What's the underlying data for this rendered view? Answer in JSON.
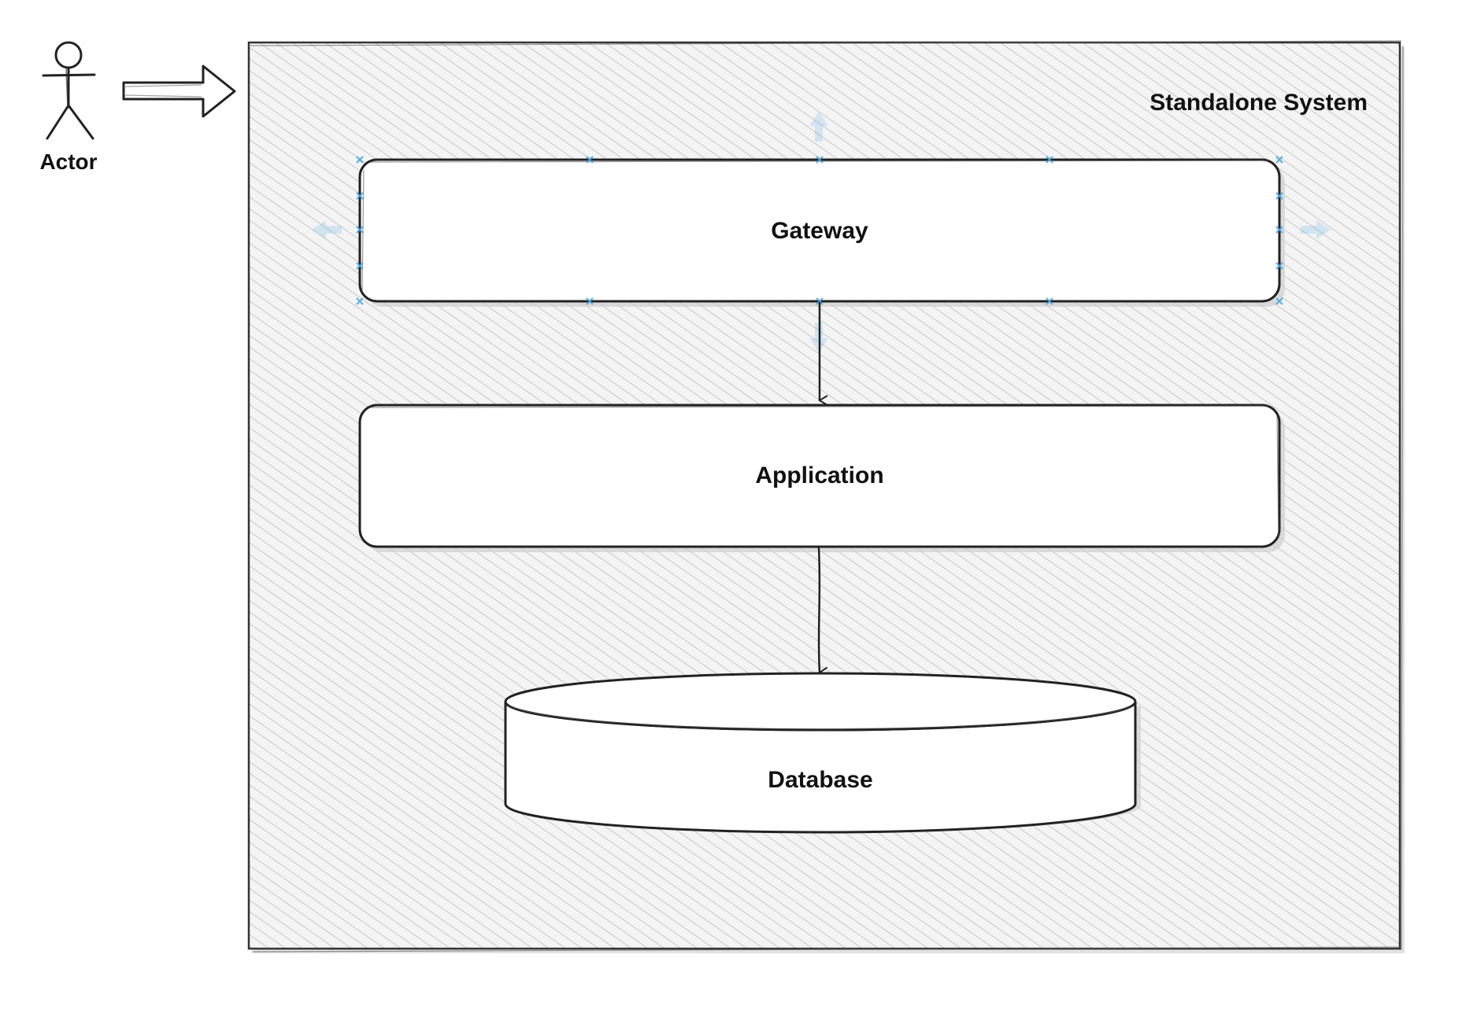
{
  "diagram": {
    "actor": {
      "label": "Actor",
      "icon": "stick-figure-icon"
    },
    "system": {
      "label": "Standalone System",
      "fill_style": "diagonal-hatch"
    },
    "nodes": {
      "gateway": {
        "label": "Gateway",
        "shape": "rounded-rectangle",
        "selected": true
      },
      "application": {
        "label": "Application",
        "shape": "rounded-rectangle"
      },
      "database": {
        "label": "Database",
        "shape": "cylinder"
      }
    },
    "edges": [
      {
        "from": "actor",
        "to": "system",
        "style": "block-arrow"
      },
      {
        "from": "gateway",
        "to": "application",
        "style": "arrow"
      },
      {
        "from": "application",
        "to": "database",
        "style": "arrow"
      }
    ]
  },
  "colors": {
    "stroke": "#222222",
    "hatch": "#b4b4b4",
    "container_bg": "#f4f4f4",
    "node_fill": "#ffffff",
    "selection": "#4aa3df"
  }
}
